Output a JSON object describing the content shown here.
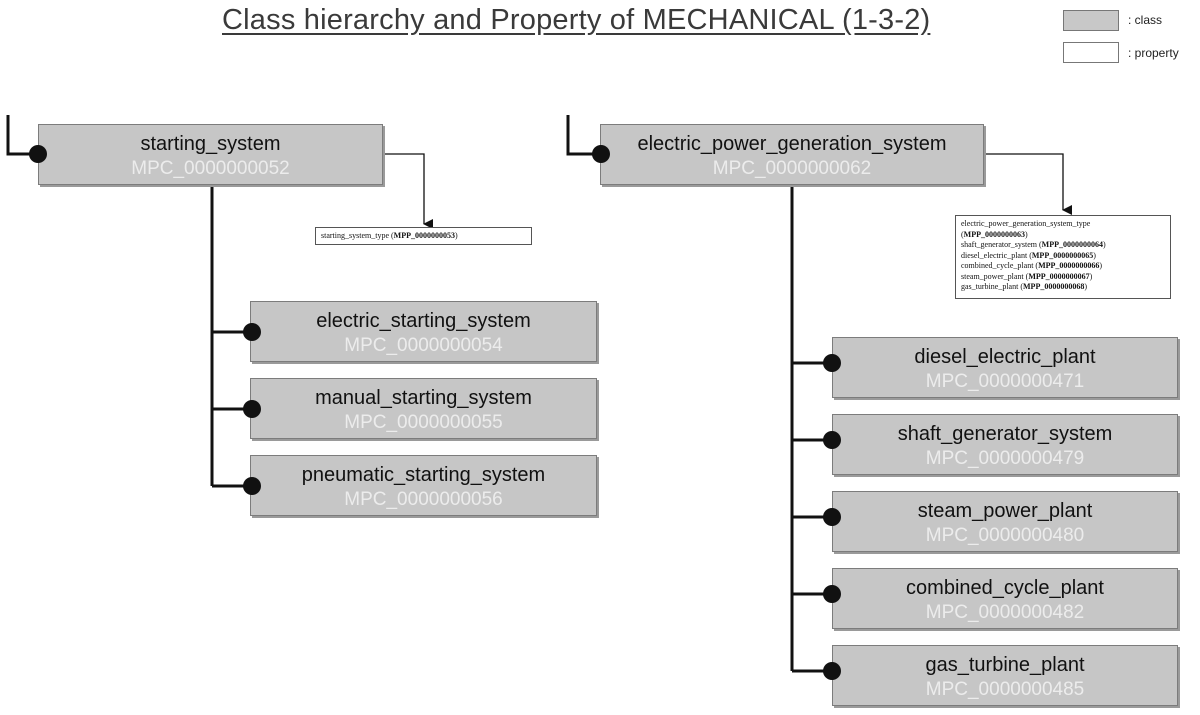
{
  "title": "Class hierarchy and Property of MECHANICAL (1-3-2)",
  "legend": {
    "class_label": ": class",
    "property_label": ": property"
  },
  "colors": {
    "class_fill": "#c6c6c6",
    "property_fill": "#ffffff",
    "connector": "#111111",
    "id_text": "#ececec"
  },
  "left_tree": {
    "root": {
      "name": "starting_system",
      "id": "MPC_0000000052"
    },
    "properties": [
      {
        "name": "starting_system_type",
        "id": "MPP_0000000053"
      }
    ],
    "children": [
      {
        "name": "electric_starting_system",
        "id": "MPC_0000000054"
      },
      {
        "name": "manual_starting_system",
        "id": "MPC_0000000055"
      },
      {
        "name": "pneumatic_starting_system",
        "id": "MPC_0000000056"
      }
    ]
  },
  "right_tree": {
    "root": {
      "name": "electric_power_generation_system",
      "id": "MPC_0000000062"
    },
    "properties": [
      {
        "name": "electric_power_generation_system_type",
        "id": "MPP_0000000063"
      },
      {
        "name": "shaft_generator_system",
        "id": "MPP_0000000064"
      },
      {
        "name": "diesel_electric_plant",
        "id": "MPP_0000000065"
      },
      {
        "name": "combined_cycle_plant",
        "id": "MPP_0000000066"
      },
      {
        "name": "steam_power_plant",
        "id": "MPP_0000000067"
      },
      {
        "name": "gas_turbine_plant",
        "id": "MPP_0000000068"
      }
    ],
    "children": [
      {
        "name": "diesel_electric_plant",
        "id": "MPC_0000000471"
      },
      {
        "name": "shaft_generator_system",
        "id": "MPC_0000000479"
      },
      {
        "name": "steam_power_plant",
        "id": "MPC_0000000480"
      },
      {
        "name": "combined_cycle_plant",
        "id": "MPC_0000000482"
      },
      {
        "name": "gas_turbine_plant",
        "id": "MPC_0000000485"
      }
    ]
  }
}
